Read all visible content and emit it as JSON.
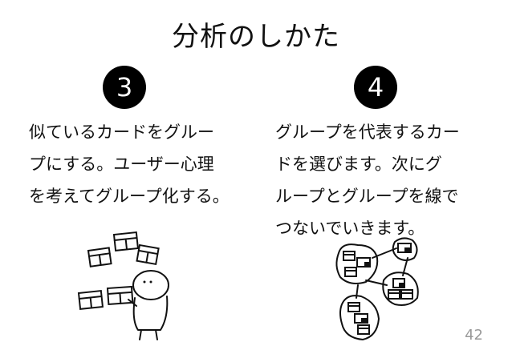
{
  "slide": {
    "title": "分析のしかた",
    "page_number": "42"
  },
  "steps": [
    {
      "number": "3",
      "lines": [
        "似ているカードをグルー",
        "プにする。ユーザー心理",
        "を考えてグループ化する。"
      ]
    },
    {
      "number": "4",
      "lines": [
        "グループを代表するカー",
        "ドを選びます。次にグ",
        "ループとグループを線で",
        "つないでいきます。"
      ]
    }
  ]
}
